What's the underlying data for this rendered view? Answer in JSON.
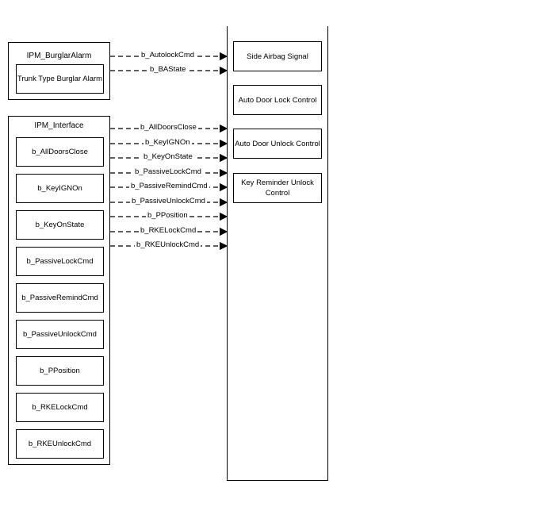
{
  "burglar_alarm": {
    "title": "IPM_BurglarAlarm",
    "items": [
      "Trunk Type Burglar Alarm"
    ]
  },
  "interface": {
    "title": "IPM_Interface",
    "items": [
      "b_AllDoorsClose",
      "b_KeyIGNOn",
      "b_KeyOnState",
      "b_PassiveLockCmd",
      "b_PassiveRemindCmd",
      "b_PassiveUnlockCmd",
      "b_PPosition",
      "b_RKELockCmd",
      "b_RKEUnlockCmd"
    ]
  },
  "target": {
    "items": [
      "Side Airbag Signal",
      "Auto Door Lock Control",
      "Auto Door Unlock Control",
      "Key Reminder Unlock Control"
    ]
  },
  "signals": [
    "b_AutolockCmd",
    "b_BAState",
    "b_AllDoorsClose",
    "b_KeyIGNOn",
    "b_KeyOnState",
    "b_PassiveLockCmd",
    "b_PassiveRemindCmd",
    "b_PassiveUnlockCmd",
    "b_PPosition",
    "b_RKELockCmd",
    "b_RKEUnlockCmd"
  ]
}
